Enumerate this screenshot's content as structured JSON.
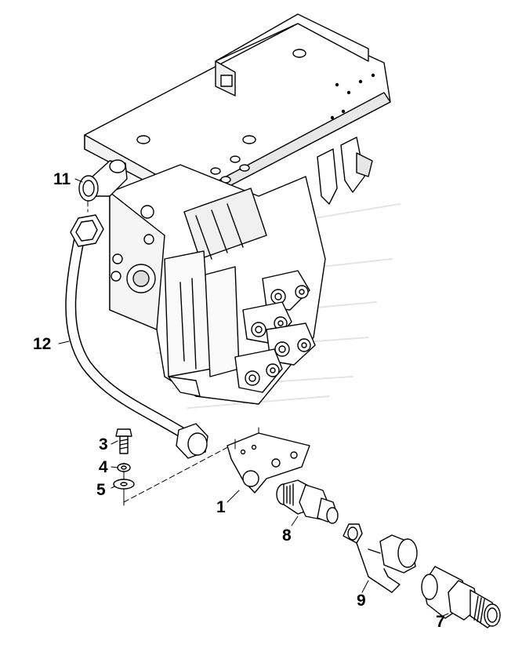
{
  "diagram": {
    "callouts": {
      "c1": "1",
      "c3": "3",
      "c4": "4",
      "c5": "5",
      "c7": "7",
      "c8": "8",
      "c9": "9",
      "c11": "11",
      "c12": "12"
    },
    "line_color": "#000000",
    "fill_color": "#ffffff",
    "shade_color": "#cfcfcf"
  }
}
